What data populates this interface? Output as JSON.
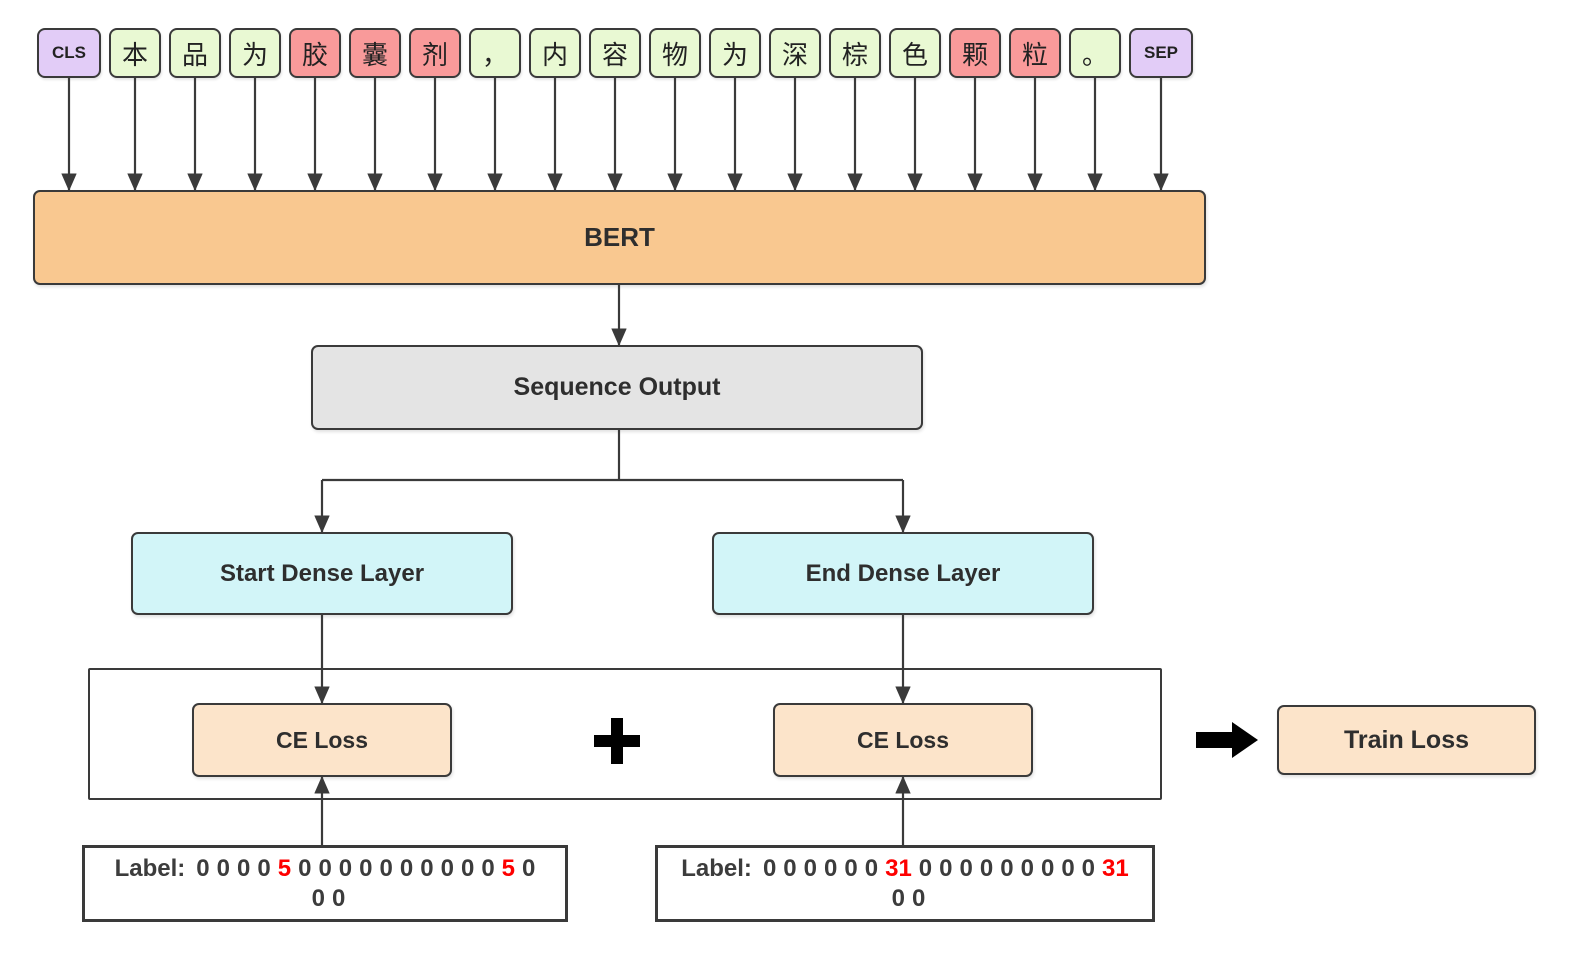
{
  "diagram": {
    "tokens": [
      {
        "text": "CLS",
        "type": "special"
      },
      {
        "text": "本",
        "type": "normal"
      },
      {
        "text": "品",
        "type": "normal"
      },
      {
        "text": "为",
        "type": "normal"
      },
      {
        "text": "胶",
        "type": "entity"
      },
      {
        "text": "囊",
        "type": "entity"
      },
      {
        "text": "剂",
        "type": "entity"
      },
      {
        "text": "，",
        "type": "normal"
      },
      {
        "text": "内",
        "type": "normal"
      },
      {
        "text": "容",
        "type": "normal"
      },
      {
        "text": "物",
        "type": "normal"
      },
      {
        "text": "为",
        "type": "normal"
      },
      {
        "text": "深",
        "type": "normal"
      },
      {
        "text": "棕",
        "type": "normal"
      },
      {
        "text": "色",
        "type": "normal"
      },
      {
        "text": "颗",
        "type": "entity"
      },
      {
        "text": "粒",
        "type": "entity"
      },
      {
        "text": "。",
        "type": "normal"
      },
      {
        "text": "SEP",
        "type": "special"
      }
    ],
    "boxes": {
      "bert": "BERT",
      "sequence_output": "Sequence Output",
      "start_dense": "Start Dense Layer",
      "end_dense": "End Dense Layer",
      "ce_loss_start": "CE Loss",
      "ce_loss_end": "CE Loss",
      "train_loss": "Train Loss"
    },
    "start_label": {
      "prefix": "Label:",
      "values": [
        "0",
        "0",
        "0",
        "0",
        "5",
        "0",
        "0",
        "0",
        "0",
        "0",
        "0",
        "0",
        "0",
        "0",
        "0",
        "5",
        "0",
        "0",
        "0"
      ],
      "highlight_indices": [
        4,
        15
      ],
      "break_after": 17
    },
    "end_label": {
      "prefix": "Label:",
      "values": [
        "0",
        "0",
        "0",
        "0",
        "0",
        "0",
        "31",
        "0",
        "0",
        "0",
        "0",
        "0",
        "0",
        "0",
        "0",
        "0",
        "31",
        "0",
        "0"
      ],
      "highlight_indices": [
        6,
        16
      ],
      "break_after": 17
    },
    "icons": {
      "combine": "heavy-plus-sign",
      "to_train_loss": "thick-right-arrow"
    },
    "colors": {
      "token_special": "#e2ccf7",
      "token_normal": "#e9f9d3",
      "token_entity": "#f99a9a",
      "bert": "#f9c890",
      "seq": "#e4e4e4",
      "dense": "#d2f5f8",
      "loss": "#fce4ca",
      "highlight": "#fe0000",
      "line": "#3a3a3a"
    }
  }
}
